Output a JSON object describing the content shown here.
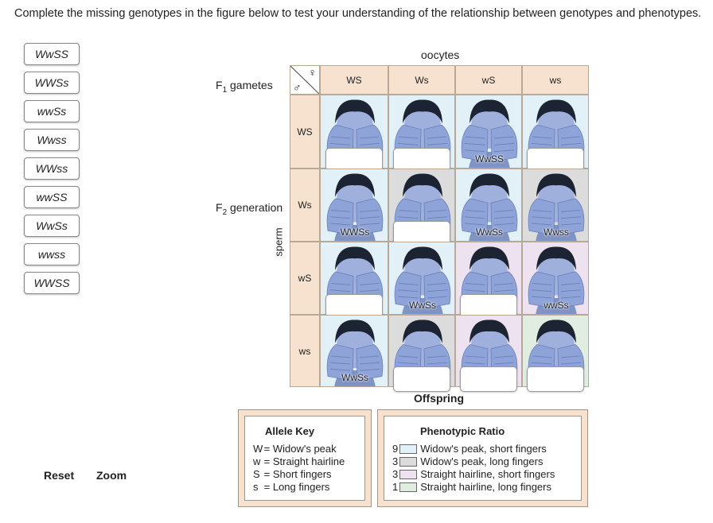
{
  "instructions": "Complete the missing genotypes in the figure below to test your understanding of the relationship between genotypes and phenotypes.",
  "chips": [
    "WwSS",
    "WWSs",
    "wwSs",
    "Wwss",
    "WWss",
    "wwSS",
    "WwSs",
    "wwss",
    "WWSS"
  ],
  "controls": {
    "reset": "Reset",
    "zoom": "Zoom"
  },
  "labels": {
    "oocytes": "oocytes",
    "f1_prefix": "F",
    "f1_sub": "1",
    "f1_suffix": " gametes",
    "f2_prefix": "F",
    "f2_sub": "2",
    "f2_suffix": " generation",
    "sperm": "sperm",
    "offspring": "Offspring",
    "female_symbol": "♀",
    "male_symbol": "♂"
  },
  "oocyte_gametes": [
    "WS",
    "Ws",
    "wS",
    "ws"
  ],
  "sperm_gametes": [
    "WS",
    "Ws",
    "wS",
    "ws"
  ],
  "phenotype_colors": {
    "A": "#e2f1f8",
    "B": "#dcdcdc",
    "C": "#eee1f0",
    "D": "#e1ede1"
  },
  "cells": [
    [
      {
        "p": "A",
        "label": "",
        "blank": true
      },
      {
        "p": "A",
        "label": "",
        "blank": true
      },
      {
        "p": "A",
        "label": "WwSS",
        "blank": false
      },
      {
        "p": "A",
        "label": "",
        "blank": true
      }
    ],
    [
      {
        "p": "A",
        "label": "WWSs",
        "blank": false
      },
      {
        "p": "B",
        "label": "",
        "blank": true
      },
      {
        "p": "A",
        "label": "WwSs",
        "blank": false
      },
      {
        "p": "B",
        "label": "Wwss",
        "blank": false
      }
    ],
    [
      {
        "p": "A",
        "label": "",
        "blank": true
      },
      {
        "p": "A",
        "label": "WwSs",
        "blank": false
      },
      {
        "p": "C",
        "label": "",
        "blank": true
      },
      {
        "p": "C",
        "label": "wwSs",
        "blank": false
      }
    ],
    [
      {
        "p": "A",
        "label": "WwSs",
        "blank": false
      },
      {
        "p": "B",
        "label": "",
        "blank": true
      },
      {
        "p": "C",
        "label": "",
        "blank": true
      },
      {
        "p": "D",
        "label": "",
        "blank": true
      }
    ]
  ],
  "allele_key": {
    "title": "Allele Key",
    "rows": [
      {
        "letter": "W",
        "eq": "=",
        "text": "Widow's peak"
      },
      {
        "letter": "w",
        "eq": "=",
        "text": "Straight hairline"
      },
      {
        "letter": "S",
        "eq": "=",
        "text": "Short fingers"
      },
      {
        "letter": "s",
        "eq": "=",
        "text": "Long fingers"
      }
    ]
  },
  "phenotypic_ratio": {
    "title": "Phenotypic Ratio",
    "rows": [
      {
        "count": "9",
        "text": "Widow's peak, short fingers",
        "p": "A"
      },
      {
        "count": "3",
        "text": "Widow's peak, long fingers",
        "p": "B"
      },
      {
        "count": "3",
        "text": "Straight hairline, short fingers",
        "p": "C"
      },
      {
        "count": "1",
        "text": "Straight hairline, long fingers",
        "p": "D"
      }
    ]
  }
}
